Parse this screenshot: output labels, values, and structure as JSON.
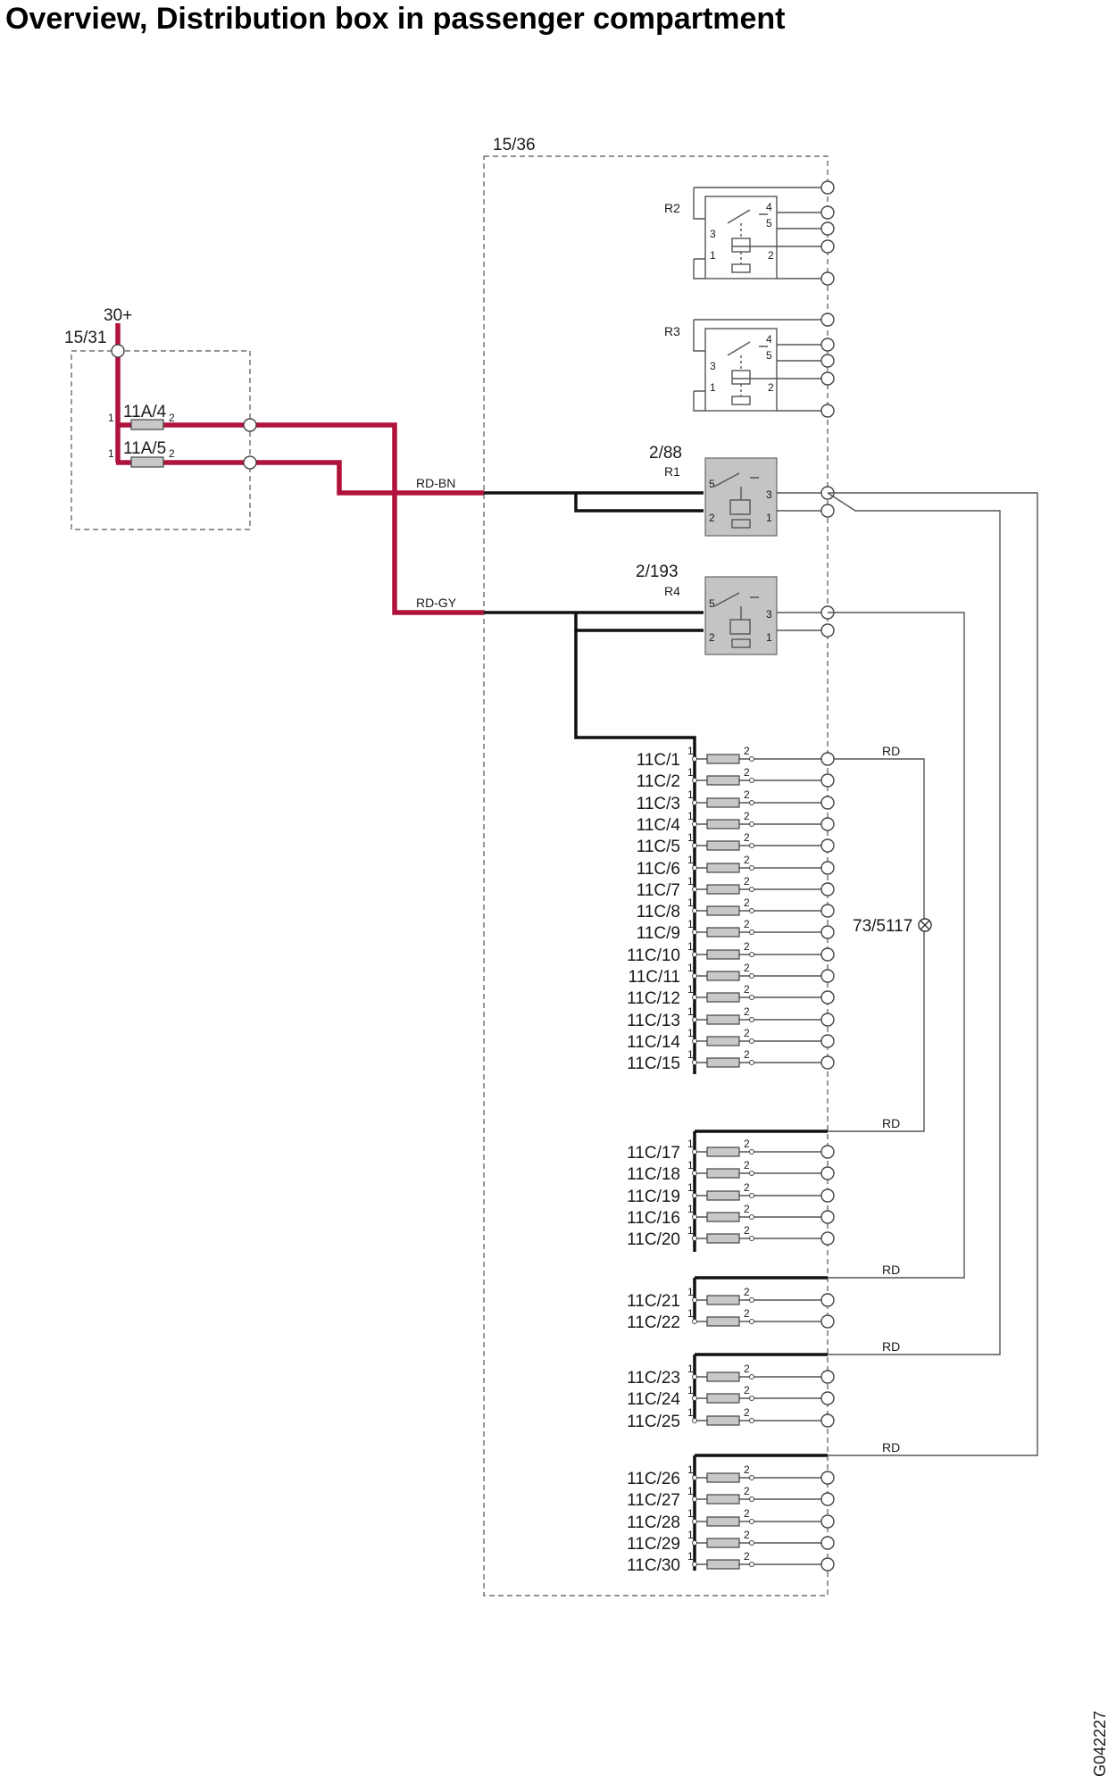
{
  "title": "Overview, Distribution box in passenger compartment",
  "figure_code": "G042227",
  "box_left": {
    "id": "15/31",
    "supply": "30+",
    "fuses": [
      "11A/4",
      "11A/5"
    ]
  },
  "box_main": {
    "id": "15/36"
  },
  "wires": {
    "rd_bn": "RD-BN",
    "rd_gy": "RD-GY",
    "rd": "RD"
  },
  "relays": {
    "r2": {
      "name": "R2"
    },
    "r3": {
      "name": "R3"
    },
    "r1": {
      "name": "R1",
      "ref": "2/88"
    },
    "r4": {
      "name": "R4",
      "ref": "2/193"
    }
  },
  "pins": {
    "p1": "1",
    "p2": "2",
    "p3": "3",
    "p4": "4",
    "p5": "5"
  },
  "lamp": {
    "id": "73/5117"
  },
  "fuse_groups": [
    [
      "11C/1",
      "11C/2",
      "11C/3",
      "11C/4",
      "11C/5",
      "11C/6",
      "11C/7",
      "11C/8",
      "11C/9",
      "11C/10",
      "11C/11",
      "11C/12",
      "11C/13",
      "11C/14",
      "11C/15"
    ],
    [
      "11C/17",
      "11C/18",
      "11C/19",
      "11C/16",
      "11C/20"
    ],
    [
      "11C/21",
      "11C/22"
    ],
    [
      "11C/23",
      "11C/24",
      "11C/25"
    ],
    [
      "11C/26",
      "11C/27",
      "11C/28",
      "11C/29",
      "11C/30"
    ]
  ],
  "icons": {
    "lamp": "lamp-icon",
    "relay": "relay-coil-icon"
  }
}
